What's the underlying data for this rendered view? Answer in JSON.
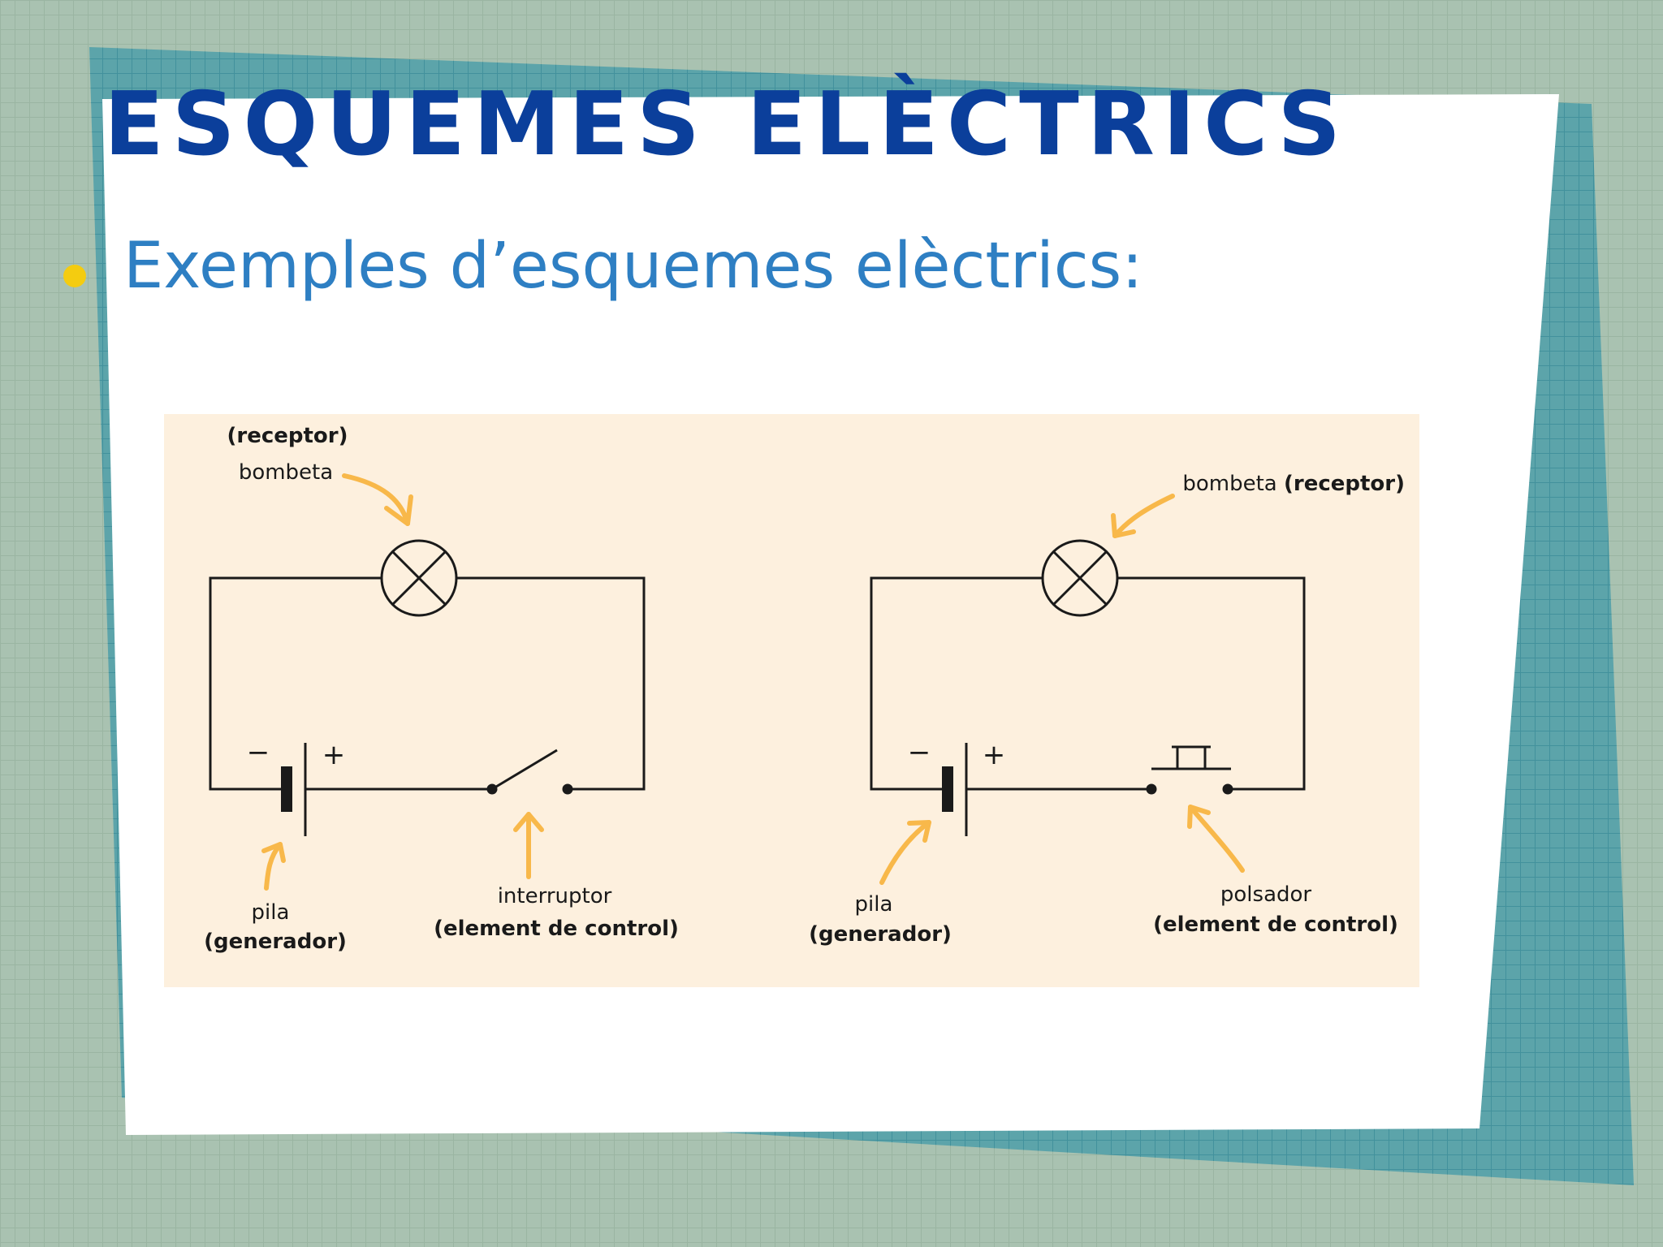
{
  "slide": {
    "title": "ESQUEMES ELÈCTRICS",
    "bullet": "Exemples d’esquemes elèctrics:"
  },
  "colors": {
    "title": "#0b3f9b",
    "bullet_text": "#2e7fc3",
    "bullet_dot": "#f4cc10",
    "diagram_bg": "#fdf0de",
    "arrow": "#f8b84a"
  },
  "diagram": {
    "circuit1": {
      "receptor_paren": "(receptor)",
      "bombeta": "bombeta",
      "minus": "−",
      "plus": "+",
      "pila": "pila",
      "generador": "(generador)",
      "interruptor": "interruptor",
      "element_control": "(element de control)"
    },
    "circuit2": {
      "bombeta": "bombeta",
      "receptor_paren": "(receptor)",
      "minus": "−",
      "plus": "+",
      "pila": "pila",
      "generador": "(generador)",
      "polsador": "polsador",
      "element_control": "(element de control)"
    }
  }
}
